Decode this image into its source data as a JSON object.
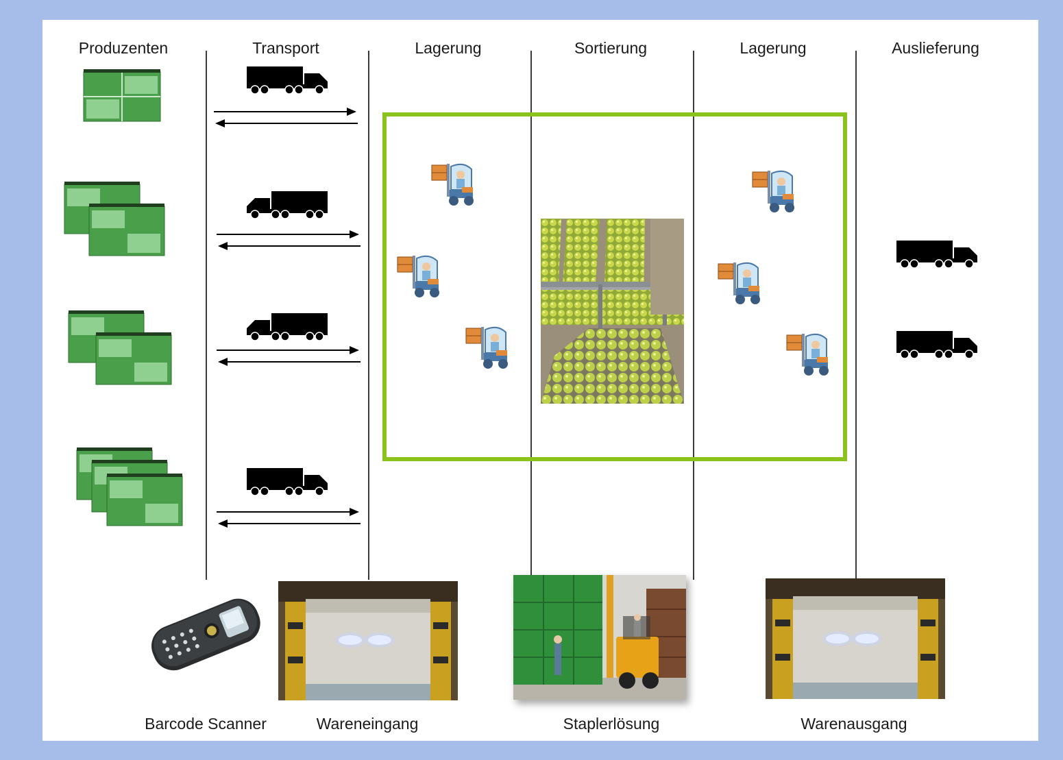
{
  "columns": [
    {
      "label": "Produzenten"
    },
    {
      "label": "Transport"
    },
    {
      "label": "Lagerung"
    },
    {
      "label": "Sortierung"
    },
    {
      "label": "Lagerung"
    },
    {
      "label": "Auslieferung"
    }
  ],
  "captions": {
    "scanner": "Barcode Scanner",
    "inbound": "Wareneingang",
    "forklift": "Staplerlösung",
    "outbound": "Warenausgang"
  },
  "icons": {
    "pallet": "pallet-stack-icon",
    "truck": "truck-icon",
    "forklift": "forklift-worker-icon",
    "arrows": "bidirectional-arrows-icon"
  },
  "colors": {
    "background": "#a6bde9",
    "zone_border": "#8cc21c",
    "pallet_green": "#3f9a3f"
  }
}
